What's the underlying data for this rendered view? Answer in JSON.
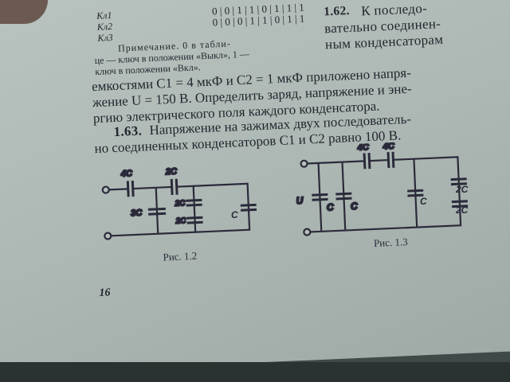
{
  "table": {
    "rows": [
      {
        "label": "Кл1",
        "cells": "0 | 0 | 1 | 1 | 0 | 1 | 1 | 1"
      },
      {
        "label": "Кл2",
        "cells": "0 | 0 | 0 | 1 | 1 | 0 | 1 | 1"
      },
      {
        "label": "Кл3",
        "cells": ""
      }
    ]
  },
  "note": {
    "line1": "Примечание. 0 в                  табли-",
    "line2": "це — ключ в положении «Выкл», 1 —",
    "line3": "ключ в положении «Вкл»."
  },
  "problem_1_62": {
    "number": "1.62.",
    "line1": "К последо-",
    "line2": "вательно соединен-",
    "line3": "ным конденсаторам",
    "line4": "емкостями C1 = 4 мкФ и C2 = 1 мкФ приложено напря-",
    "line5": "жение U = 150 В. Определить заряд, напряжение и эне-",
    "line6": "ргию электрического поля каждого конденсатора."
  },
  "problem_1_63": {
    "number": "1.63.",
    "line1": "Напряжение на зажимах двух последователь-",
    "line2": "но соединенных конденсаторов C1 и C2 равно 100 В."
  },
  "fig_1_2": {
    "caption": "Рис. 1.2",
    "labels": {
      "c1": "4C",
      "c2": "2C",
      "c3": "3C",
      "c4": "2C",
      "c5": "2C",
      "c6": "C"
    }
  },
  "fig_1_3": {
    "caption": "Рис. 1.3",
    "labels": {
      "u": "U",
      "c1": "C",
      "c2": "C",
      "s1": "4C",
      "s2": "4C",
      "c3": "C",
      "c4": "2C",
      "c5": "2C"
    }
  },
  "page_number": "16"
}
